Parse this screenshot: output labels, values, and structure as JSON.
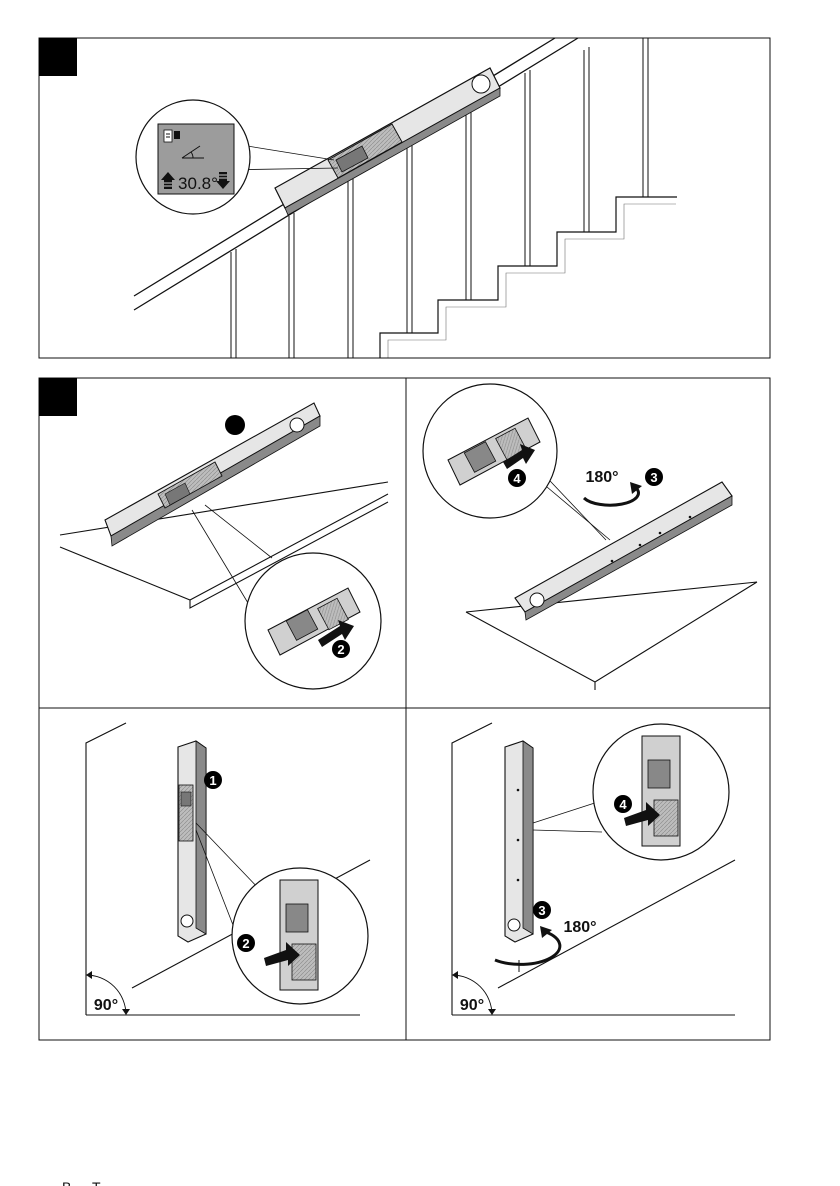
{
  "colors": {
    "line": "#111111",
    "tool_body": "#dcdcdc",
    "tool_shadow": "#7a7a7a",
    "display": "#9a9a9a",
    "badge": "#000000",
    "badge_text": "#ffffff"
  },
  "panel_top": {
    "display_value": "30.8°",
    "icons": [
      "battery-icon",
      "angle-icon",
      "arrow-up-icon",
      "arrow-down-icon"
    ]
  },
  "panel_bottom": {
    "step1": "1",
    "step2": "2",
    "step3": "3",
    "step4": "4",
    "label_180": "180°",
    "label_90": "90°"
  },
  "footer": {
    "marks": [
      "B",
      "T"
    ]
  }
}
